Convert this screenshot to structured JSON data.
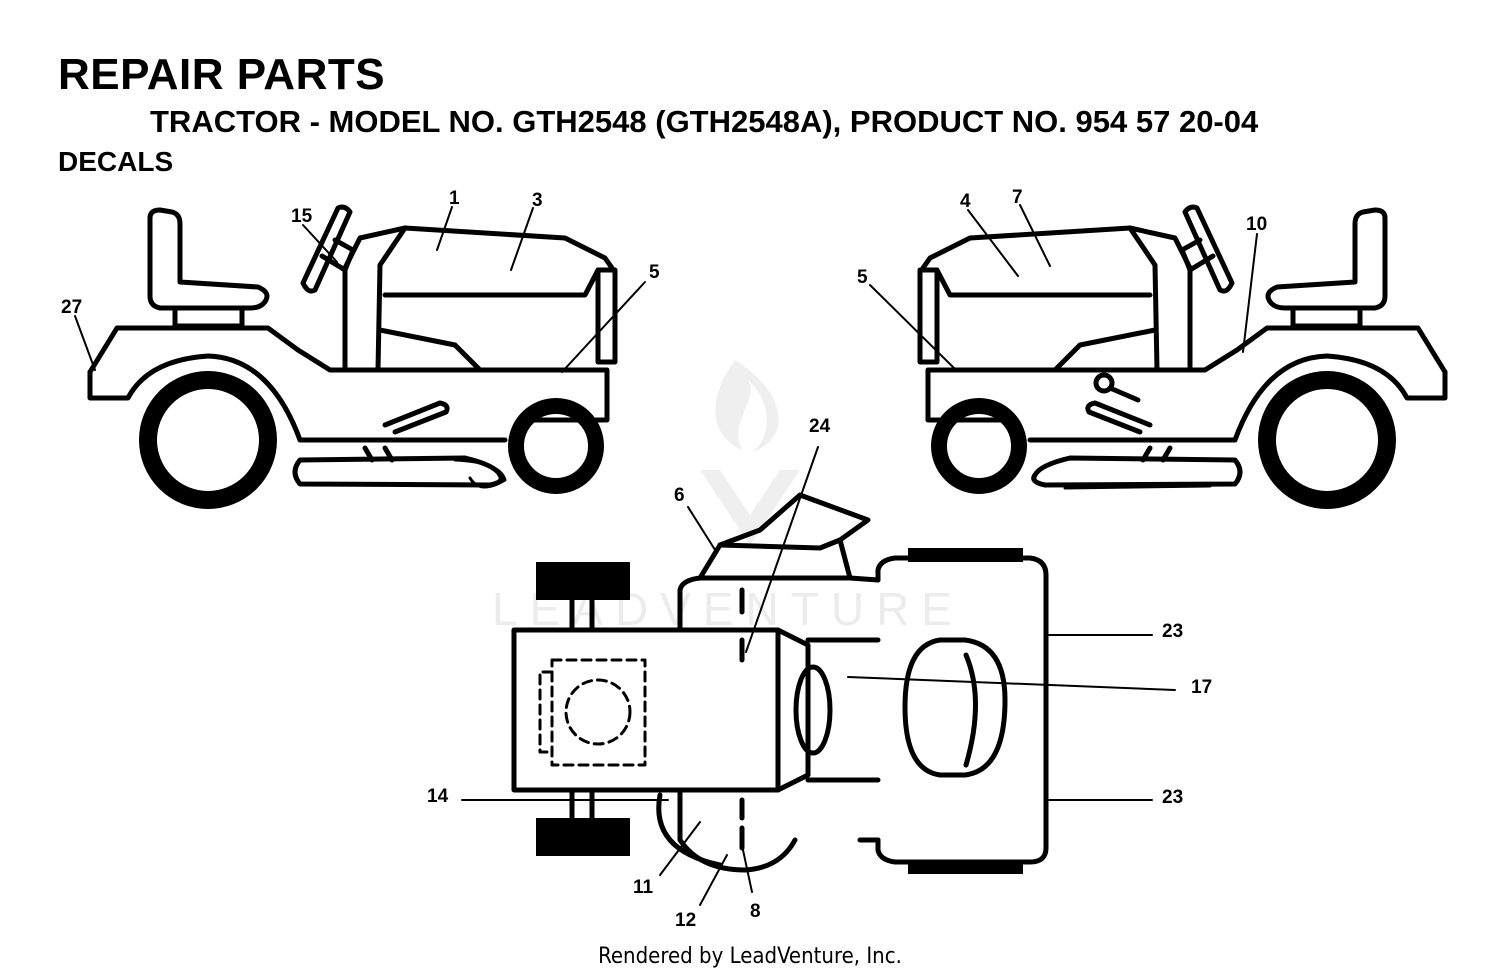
{
  "header": {
    "title": "REPAIR PARTS",
    "subtitle": "TRACTOR - MODEL NO. GTH2548 (GTH2548A), PRODUCT NO. 954 57 20-04",
    "section": "DECALS"
  },
  "watermark": "LEADVENTURE",
  "footer": "Rendered by LeadVenture, Inc.",
  "callouts": {
    "c1": "1",
    "c3": "3",
    "c15": "15",
    "c27": "27",
    "c5a": "5",
    "c4": "4",
    "c7": "7",
    "c10": "10",
    "c5b": "5",
    "c24": "24",
    "c6": "6",
    "c23a": "23",
    "c17": "17",
    "c23b": "23",
    "c14": "14",
    "c11": "11",
    "c12": "12",
    "c8": "8"
  }
}
